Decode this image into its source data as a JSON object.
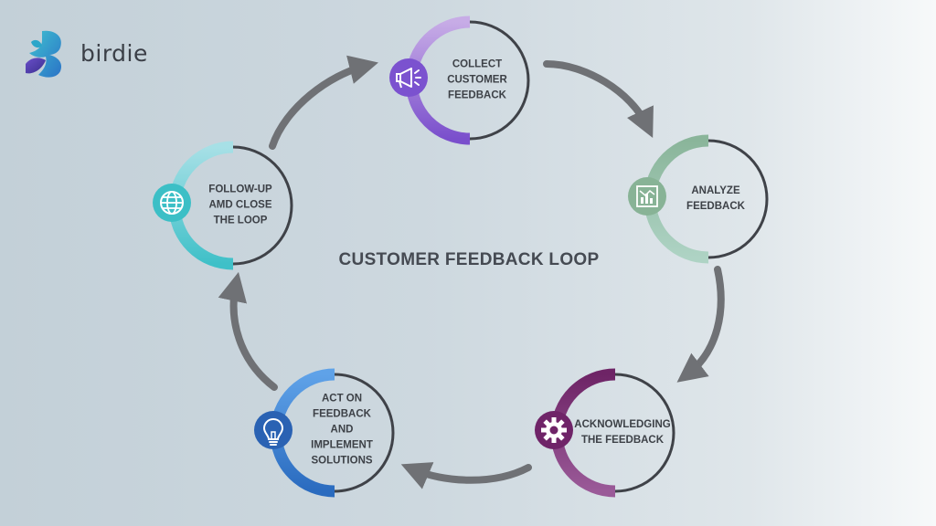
{
  "brand": {
    "name": "birdie"
  },
  "title": "CUSTOMER FEEDBACK LOOP",
  "steps": [
    {
      "label": "COLLECT\nCUSTOMER\nFEEDBACK",
      "icon": "megaphone-icon",
      "color_light": "#c7ace6",
      "color_dark": "#7a4fcc",
      "icon_bg": "#7b52cf"
    },
    {
      "label": "ANALYZE\nFEEDBACK",
      "icon": "chart-icon",
      "color_light": "#8ab59a",
      "color_dark": "#aed3c4",
      "icon_bg": "#88b396"
    },
    {
      "label": "ACKNOWLEDGING\nTHE FEEDBACK",
      "icon": "gear-icon",
      "color_light": "#6e2466",
      "color_dark": "#9a5a98",
      "icon_bg": "#6f2468"
    },
    {
      "label": "ACT ON\nFEEDBACK\nAND\nIMPLEMENT\nSOLUTIONS",
      "icon": "lightbulb-icon",
      "color_light": "#5fa2e8",
      "color_dark": "#2a6bbf",
      "icon_bg": "#2a62b3"
    },
    {
      "label": "FOLLOW-UP\nAMD CLOSE\nTHE LOOP",
      "icon": "globe-icon",
      "color_light": "#a7e0e6",
      "color_dark": "#3fc0c8",
      "icon_bg": "#3cbfc6"
    }
  ],
  "colors": {
    "ring_outline": "#3f4248",
    "arrow": "#6f7175",
    "title": "#454a52"
  }
}
